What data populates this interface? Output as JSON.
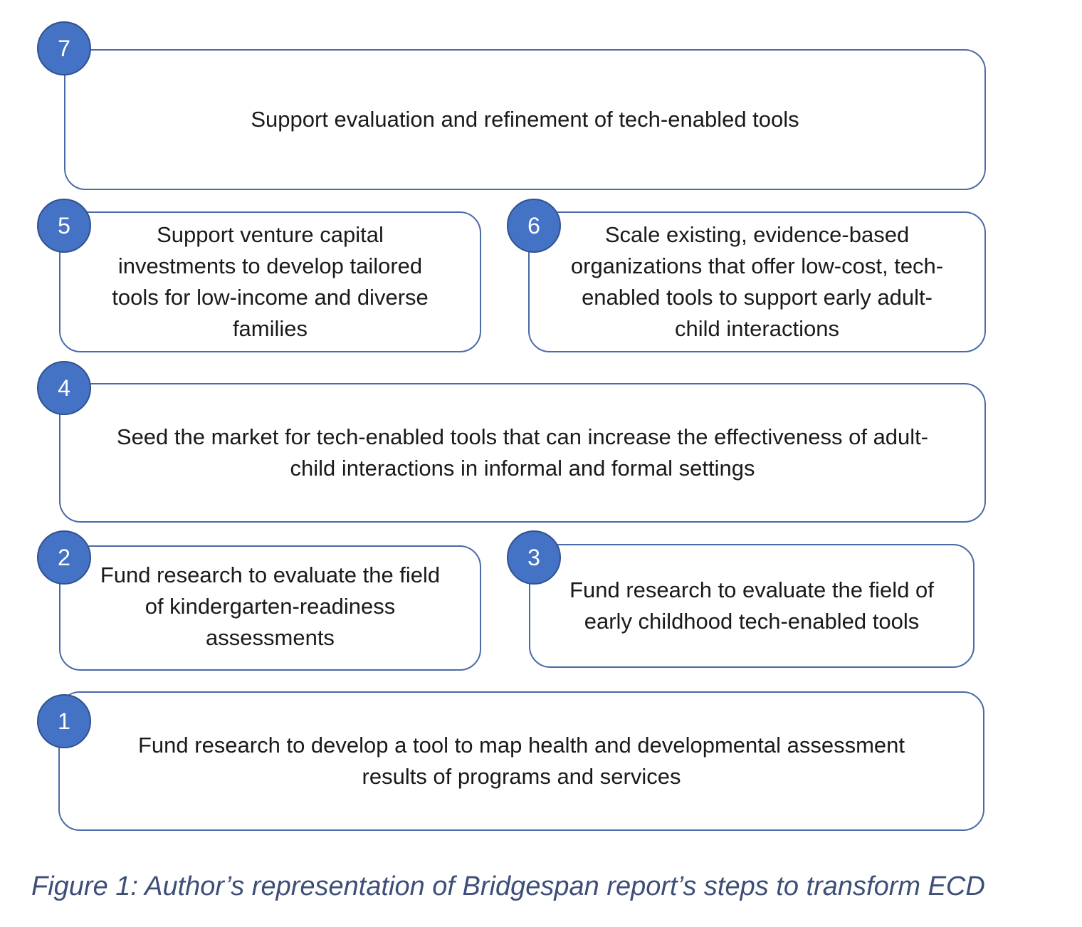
{
  "steps": [
    {
      "number": "7",
      "text": "Support evaluation and refinement of tech-enabled tools"
    },
    {
      "number": "5",
      "text": "Support venture capital\ninvestments to develop tailored\ntools for low-income and diverse\nfamilies"
    },
    {
      "number": "6",
      "text": "Scale existing, evidence-based\norganizations that offer low-cost, tech-\nenabled tools to support early adult-\nchild interactions"
    },
    {
      "number": "4",
      "text": "Seed the market for tech-enabled tools that can increase the effectiveness of adult-\nchild interactions in informal and formal settings"
    },
    {
      "number": "2",
      "text": "Fund research to evaluate the field\nof kindergarten-readiness\nassessments"
    },
    {
      "number": "3",
      "text": "Fund research to evaluate the field of\nearly childhood tech-enabled tools"
    },
    {
      "number": "1",
      "text": "Fund research to develop a tool to map health and developmental assessment\nresults of programs and services"
    }
  ],
  "caption": "Figure 1: Author’s representation of Bridgespan report’s steps to transform ECD",
  "colors": {
    "badge_fill": "#4472c4",
    "box_border": "#4a6aa8",
    "caption_text": "#3d4e78"
  }
}
